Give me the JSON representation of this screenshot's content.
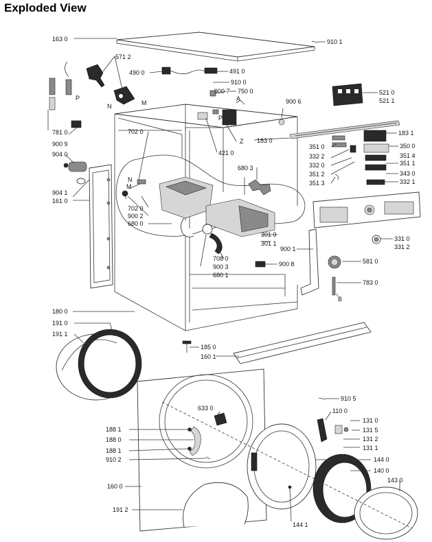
{
  "title": "Exploded View",
  "labels": [
    {
      "id": "l1630",
      "text": "163 0"
    },
    {
      "id": "l9101",
      "text": "910 1"
    },
    {
      "id": "l5712",
      "text": "571 2"
    },
    {
      "id": "l4900",
      "text": "490 0"
    },
    {
      "id": "l4910",
      "text": "491 0"
    },
    {
      "id": "l9100",
      "text": "910 0"
    },
    {
      "id": "l9007",
      "text": "900 7"
    },
    {
      "id": "l7500",
      "text": "750 0"
    },
    {
      "id": "lA",
      "text": "A"
    },
    {
      "id": "l9006",
      "text": "900 6"
    },
    {
      "id": "l5210",
      "text": "521 0"
    },
    {
      "id": "l5211",
      "text": "521 1"
    },
    {
      "id": "lP1",
      "text": "P"
    },
    {
      "id": "lN1",
      "text": "N"
    },
    {
      "id": "lM1",
      "text": "M"
    },
    {
      "id": "lP2",
      "text": "P"
    },
    {
      "id": "lZ",
      "text": "Z"
    },
    {
      "id": "l7810",
      "text": "781 0"
    },
    {
      "id": "l9009",
      "text": "900 9"
    },
    {
      "id": "l7020a",
      "text": "702 0"
    },
    {
      "id": "l4210",
      "text": "421 0"
    },
    {
      "id": "l1830",
      "text": "183 0"
    },
    {
      "id": "l1831",
      "text": "183 1"
    },
    {
      "id": "l9040",
      "text": "904 0"
    },
    {
      "id": "l3510",
      "text": "351 0"
    },
    {
      "id": "l3500",
      "text": "350 0"
    },
    {
      "id": "l3322",
      "text": "332 2"
    },
    {
      "id": "l3514",
      "text": "351 4"
    },
    {
      "id": "l3320",
      "text": "332 0"
    },
    {
      "id": "l3511",
      "text": "351 1"
    },
    {
      "id": "l6803",
      "text": "680 3"
    },
    {
      "id": "l3512",
      "text": "351 2"
    },
    {
      "id": "l3430",
      "text": "343 0"
    },
    {
      "id": "lN2",
      "text": "N"
    },
    {
      "id": "lM2",
      "text": "M"
    },
    {
      "id": "l3513",
      "text": "351 3"
    },
    {
      "id": "l3321",
      "text": "332 1"
    },
    {
      "id": "l9041",
      "text": "904 1"
    },
    {
      "id": "l1610",
      "text": "161 0"
    },
    {
      "id": "l7020b",
      "text": "702 0"
    },
    {
      "id": "l9002",
      "text": "900 2"
    },
    {
      "id": "l6800",
      "text": "680 0"
    },
    {
      "id": "l3010",
      "text": "301 0"
    },
    {
      "id": "l3011",
      "text": "301 1"
    },
    {
      "id": "l3310",
      "text": "331 0"
    },
    {
      "id": "l3312",
      "text": "331 2"
    },
    {
      "id": "l9001",
      "text": "900 1"
    },
    {
      "id": "l7080",
      "text": "708 0"
    },
    {
      "id": "l5810",
      "text": "581 0"
    },
    {
      "id": "l9003",
      "text": "900 3"
    },
    {
      "id": "l9008",
      "text": "900 8"
    },
    {
      "id": "l6801",
      "text": "680 1"
    },
    {
      "id": "l7830",
      "text": "783 0"
    },
    {
      "id": "lB",
      "text": "B"
    },
    {
      "id": "l1800",
      "text": "180 0"
    },
    {
      "id": "l1910",
      "text": "191 0"
    },
    {
      "id": "l1911",
      "text": "191 1"
    },
    {
      "id": "l1850",
      "text": "185 0"
    },
    {
      "id": "l1601",
      "text": "160 1"
    },
    {
      "id": "l9105",
      "text": "910 5"
    },
    {
      "id": "l1100",
      "text": "110 0"
    },
    {
      "id": "l6330",
      "text": "633 0"
    },
    {
      "id": "l1310",
      "text": "131 0"
    },
    {
      "id": "l1881a",
      "text": "188 1"
    },
    {
      "id": "l1315",
      "text": "131 5"
    },
    {
      "id": "l1880",
      "text": "188 0"
    },
    {
      "id": "l1312",
      "text": "131 2"
    },
    {
      "id": "l1881b",
      "text": "188 1"
    },
    {
      "id": "l1311",
      "text": "131 1"
    },
    {
      "id": "l9102",
      "text": "910 2"
    },
    {
      "id": "l1440",
      "text": "144 0"
    },
    {
      "id": "l1400",
      "text": "140 0"
    },
    {
      "id": "l1430",
      "text": "143 0"
    },
    {
      "id": "l1600",
      "text": "160 0"
    },
    {
      "id": "l1912",
      "text": "191 2"
    },
    {
      "id": "l1441",
      "text": "144 1"
    }
  ]
}
